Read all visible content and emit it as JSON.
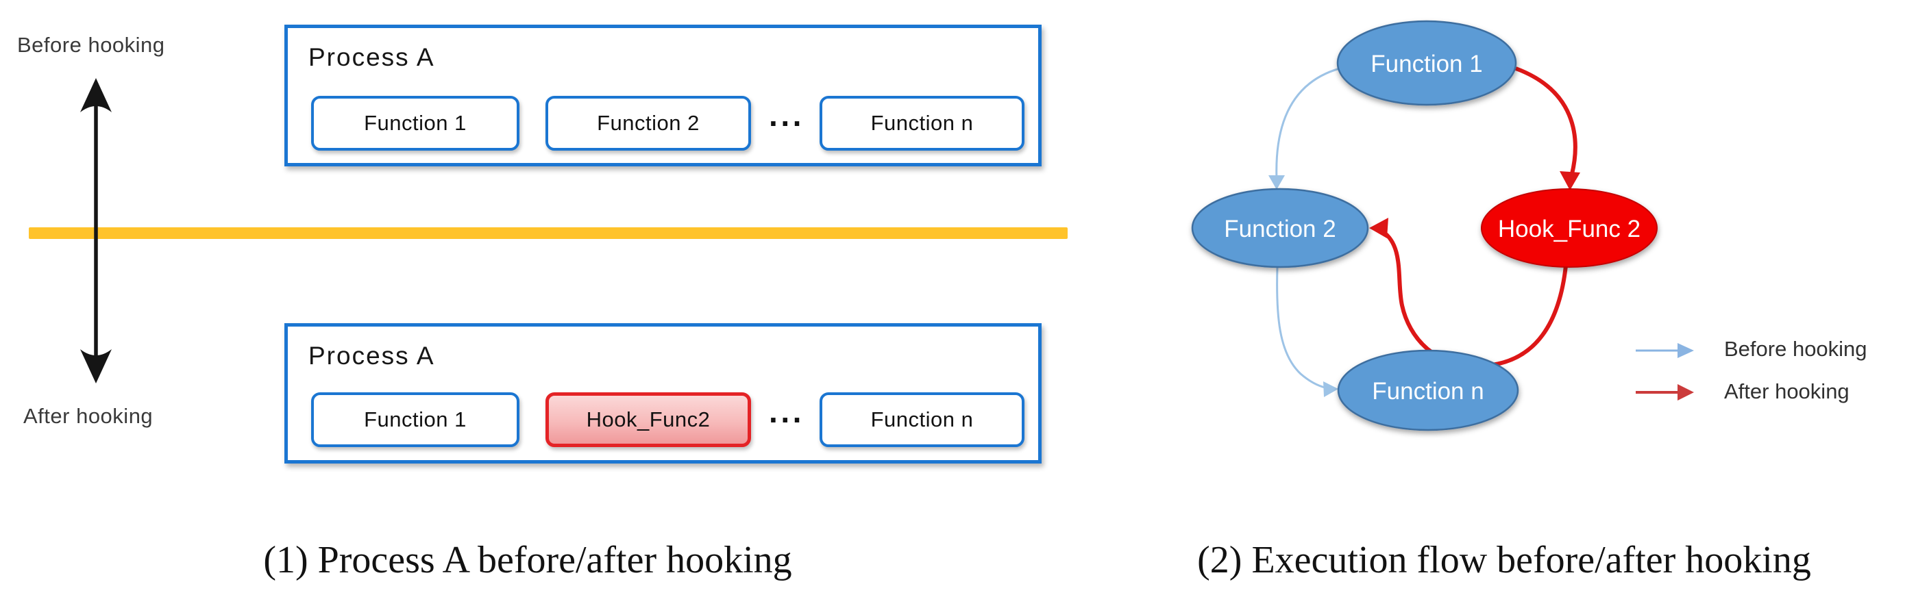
{
  "left_panel": {
    "before_label": "Before hooking",
    "after_label": "After hooking",
    "process_before": {
      "title": "Process A",
      "functions": [
        "Function 1",
        "Function 2",
        "Function n"
      ],
      "ellipsis": "···"
    },
    "process_after": {
      "title": "Process A",
      "functions": [
        "Function 1",
        "Hook_Func2",
        "Function n"
      ],
      "ellipsis": "···"
    },
    "caption": "(1) Process A before/after hooking"
  },
  "right_panel": {
    "nodes": {
      "f1": "Function 1",
      "f2": "Function 2",
      "hook": "Hook_Func 2",
      "fn": "Function n"
    },
    "legend": {
      "before": "Before hooking",
      "after": "After hooking"
    },
    "caption": "(2) Execution flow before/after hooking"
  },
  "colors": {
    "box_border_blue": "#1B76D2",
    "node_fill_blue": "#5B9BD5",
    "node_stroke_blue": "#3E6E9F",
    "node_fill_red": "#F20000",
    "node_stroke_red": "#C40000",
    "hook_box_border_red": "#E42326",
    "hook_box_fill_top": "#FBD8D8",
    "hook_box_fill_bottom": "#F0999B",
    "divider_yellow": "#FFC32B",
    "arrow_before_blue": "#9DC3E6",
    "arrow_after_red": "#DD1717",
    "legend_arrow_blue": "#8AB4E2",
    "legend_arrow_red": "#CB3B3B",
    "black_arrow": "#151515",
    "text_dark": "#121212",
    "text_gray": "#3A3A3A"
  }
}
